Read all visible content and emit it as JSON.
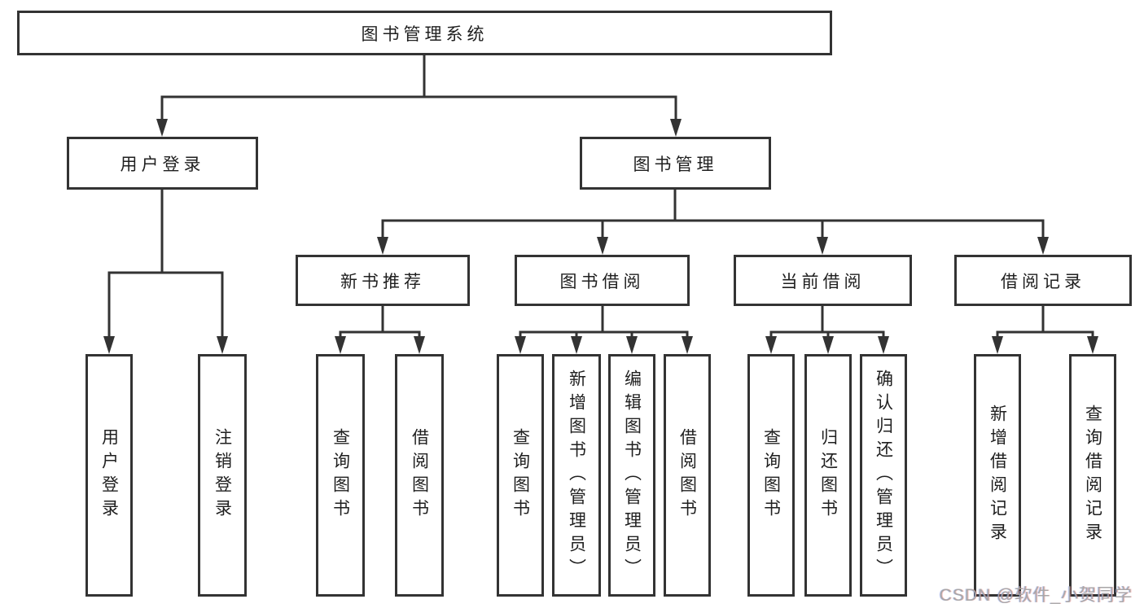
{
  "tree": {
    "root": "图书管理系统",
    "children": [
      {
        "label": "用户登录",
        "children": [
          {
            "label": "用户登录"
          },
          {
            "label": "注销登录"
          }
        ]
      },
      {
        "label": "图书管理",
        "children": [
          {
            "label": "新书推荐",
            "children": [
              {
                "label": "查询图书"
              },
              {
                "label": "借阅图书"
              }
            ]
          },
          {
            "label": "图书借阅",
            "children": [
              {
                "label": "查询图书"
              },
              {
                "label": "新增图书（管理员）"
              },
              {
                "label": "编辑图书（管理员）"
              },
              {
                "label": "借阅图书"
              }
            ]
          },
          {
            "label": "当前借阅",
            "children": [
              {
                "label": "查询图书"
              },
              {
                "label": "归还图书"
              },
              {
                "label": "确认归还（管理员）"
              }
            ]
          },
          {
            "label": "借阅记录",
            "children": [
              {
                "label": "新增借阅记录"
              },
              {
                "label": "查询借阅记录"
              }
            ]
          }
        ]
      }
    ]
  },
  "watermark": "CSDN @软件_小贺同学",
  "colors": {
    "line": "#333333",
    "text": "#1f1f1f",
    "background": "#ffffff",
    "watermark": "#a5a5a5"
  }
}
